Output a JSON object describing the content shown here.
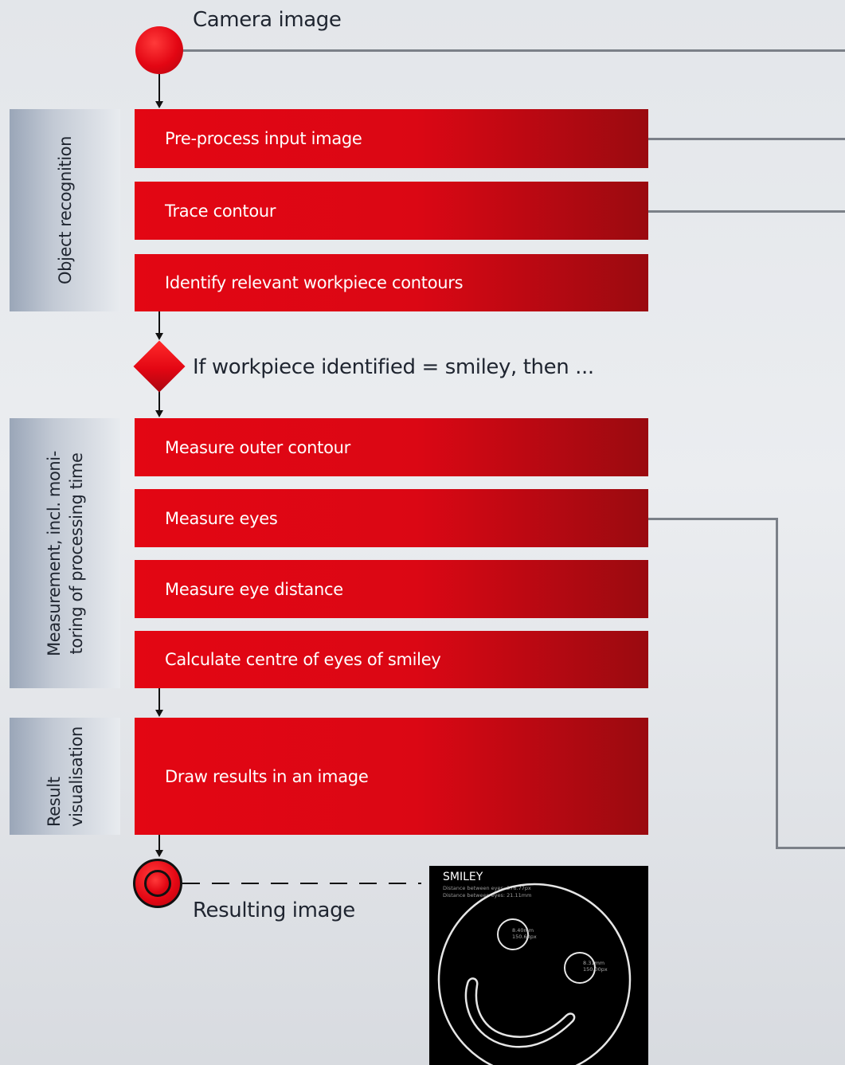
{
  "diagram": {
    "start_caption": "Camera image",
    "end_caption": "Resulting image",
    "decision_label": "If workpiece identified = smiley, then ...",
    "groups": [
      {
        "label_lines": [
          "Object recognition"
        ]
      },
      {
        "label_lines": [
          "Measurement, incl. moni-",
          "toring of processing time"
        ]
      },
      {
        "label_lines": [
          "Result",
          "visualisation"
        ]
      }
    ],
    "steps": [
      "Pre-process input image",
      "Trace contour",
      "Identify relevant workpiece contours",
      "Measure outer contour",
      "Measure eyes",
      "Measure eye distance",
      "Calculate centre of eyes of smiley",
      "Draw results in an image"
    ],
    "result_image": {
      "title": "SMILEY",
      "info_lines": [
        "Distance between eyes: 376.77px",
        "Distance between eyes: 21.11mm"
      ],
      "eye_left": [
        "8.40mm",
        "150.63px"
      ],
      "eye_right": [
        "8.31mm",
        "150.00px"
      ]
    },
    "colors": {
      "accent": "#e30613",
      "line": "#7b8088",
      "arrow": "#111111"
    }
  }
}
